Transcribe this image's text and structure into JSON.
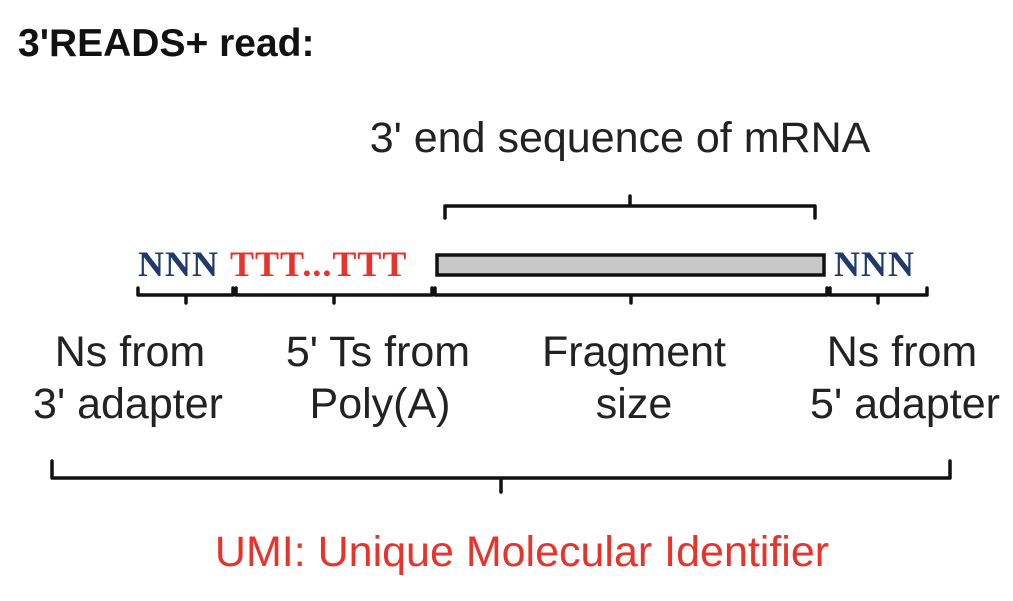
{
  "title": "3'READS+ read:",
  "top_label": "3' end sequence of mRNA",
  "sequence": {
    "left_ns": "NNN",
    "poly_t": "TTT...TTT",
    "right_ns": "NNN"
  },
  "segments": [
    {
      "line1": "Ns from",
      "line2": "3' adapter"
    },
    {
      "line1": "5' Ts from",
      "line2": "Poly(A)"
    },
    {
      "line1": "Fragment",
      "line2": "size"
    },
    {
      "line1": "Ns from",
      "line2": "5' adapter"
    }
  ],
  "bottom_label": "UMI: Unique Molecular Identifier",
  "colors": {
    "text": "#111111",
    "n_bases": "#1f3a6b",
    "t_bases": "#e8332a",
    "umi": "#e8332a",
    "fragment_fill": "#c8c8c8",
    "fragment_stroke": "#111111"
  }
}
